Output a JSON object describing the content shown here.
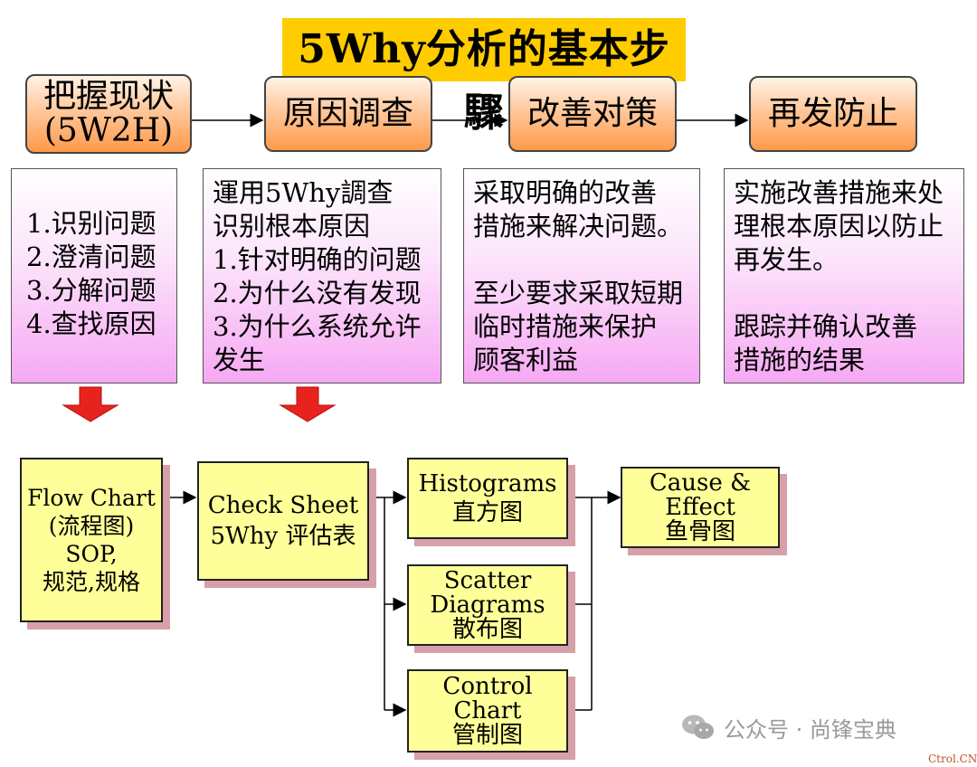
{
  "title": "5Why分析的基本步驟",
  "steps": [
    {
      "label": "把握现状",
      "sub": "(5W2H)"
    },
    {
      "label": "原因调查"
    },
    {
      "label": "改善对策"
    },
    {
      "label": "再发防止"
    }
  ],
  "descriptions": [
    [
      "1.识别问题",
      "2.澄清问题",
      "3.分解问题",
      "4.查找原因"
    ],
    [
      "運用5Why調查",
      "识别根本原因",
      "1.针对明确的问题",
      "2.为什么没有发现",
      "3.为什么系统允许",
      "发生"
    ],
    [
      "采取明确的改善",
      "措施来解决问题。",
      "",
      "至少要求采取短期",
      "临时措施来保护",
      "顾客利益"
    ],
    [
      "实施改善措施来处",
      "理根本原因以防止",
      "再发生。",
      "",
      "跟踪并确认改善",
      "措施的结果"
    ]
  ],
  "tools": {
    "flow": [
      "Flow Chart",
      "(流程图)",
      "SOP,",
      "规范,规格"
    ],
    "check": [
      "Check Sheet",
      "5Why 评估表"
    ],
    "histogram": [
      "Histograms",
      "直方图"
    ],
    "scatter": [
      "Scatter",
      "Diagrams",
      "散布图"
    ],
    "control": [
      "Control",
      "Chart",
      "管制图"
    ],
    "cause": [
      "Cause &",
      "Effect",
      "鱼骨图"
    ]
  },
  "watermark": "公众号 · 尚锋宝典",
  "corner_mark": "Ctrol.CN",
  "colors": {
    "title_bg": "#ffcc00",
    "step_orange": "#ff9a4a",
    "desc_pink": "#f6a8f3",
    "tool_yellow": "#ffff99",
    "arrow_red": "#e8231e"
  }
}
